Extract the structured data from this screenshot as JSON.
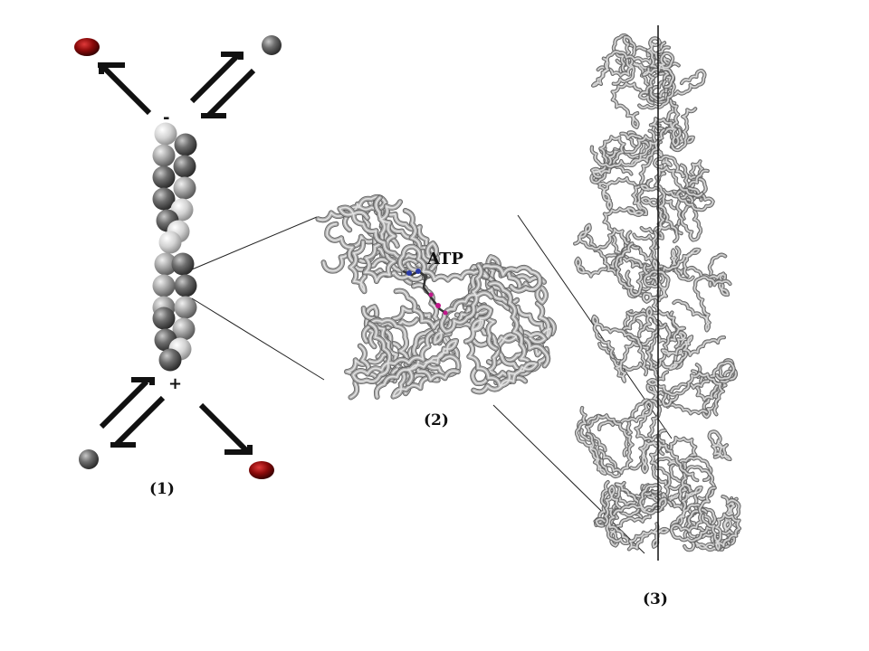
{
  "labels": {
    "panel1": "(1)",
    "panel2": "(2)",
    "panel3": "(3)",
    "atp": "ATP",
    "minus_end": "-",
    "plus_end": "+"
  },
  "colors": {
    "background": "#ffffff",
    "monomer_dark": "#5e5e5e",
    "monomer_mid": "#9a9a9a",
    "monomer_light": "#d4d4d4",
    "monomer_red": "#8b0a0a",
    "ribbon": "#8a8a8a",
    "ribbon_highlight": "#d8d8d8",
    "ink": "#111111"
  },
  "icons": {
    "monomer": "sphere-icon",
    "equilibrium": "double-half-arrow-icon"
  }
}
